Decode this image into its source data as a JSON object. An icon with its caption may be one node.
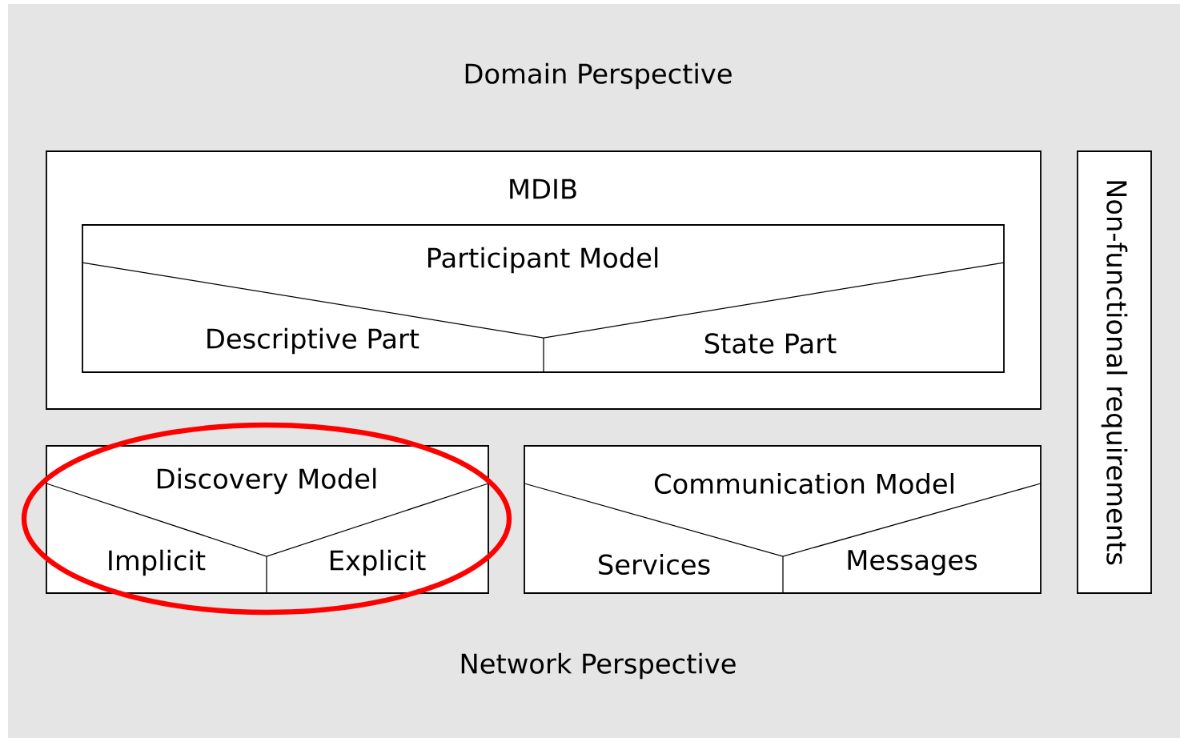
{
  "diagram": {
    "nodes": [
      {
        "text": [
          "Domain Perspective",
          "Network Perspective"
        ]
      },
      {
        "text": [
          "MDIB"
        ],
        "in": 0
      },
      {
        "text": [
          "Participant Model",
          "Descriptive Part",
          "State Part"
        ],
        "in": 1
      },
      {
        "text": [],
        "shape": "ellipse",
        "in": 0
      },
      {
        "text": [
          "Discovery Model",
          "Implicit",
          "Explicit"
        ],
        "in": 3
      },
      {
        "text": [
          "Communication Model",
          "Services",
          "Messages"
        ],
        "in": 0
      },
      {
        "text": [
          "Non-functional requirements"
        ],
        "in": 0
      }
    ],
    "edges": []
  }
}
